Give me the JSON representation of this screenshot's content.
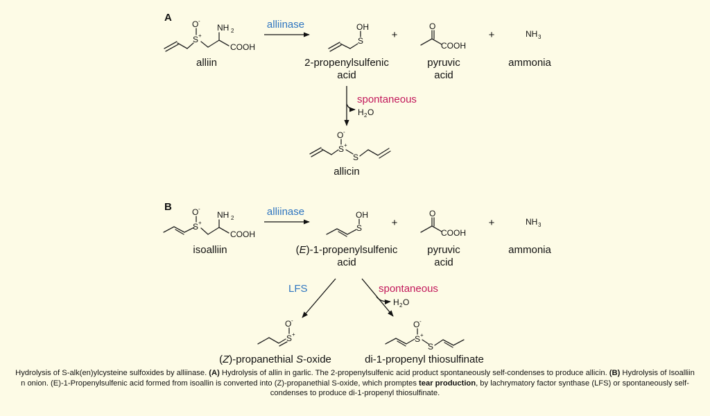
{
  "panel_a": {
    "letter": "A",
    "substrate": "alliin",
    "enzyme": "alliinase",
    "product1_line1": "2-propenylsulfenic",
    "product1_line2": "acid",
    "product2_line1": "pyruvic",
    "product2_line2": "acid",
    "product3": "ammonia",
    "plus": "+",
    "spontaneous": "spontaneous",
    "final_product": "allicin"
  },
  "panel_b": {
    "letter": "B",
    "substrate": "isoalliin",
    "enzyme": "alliinase",
    "product1_prefix": "(",
    "product1_italic": "E",
    "product1_rest": ")-1-propenylsulfenic",
    "product1_line2": "acid",
    "product2_line1": "pyruvic",
    "product2_line2": "acid",
    "product3": "ammonia",
    "plus": "+",
    "lfs": "LFS",
    "spontaneous": "spontaneous",
    "final_left_prefix": "(",
    "final_left_italic_z": "Z",
    "final_left_mid": ")-propanethial ",
    "final_left_italic_s": "S",
    "final_left_suffix": "-oxide",
    "final_right": "di-1-propenyl thiosulfinate"
  },
  "atoms": {
    "o_minus": "O",
    "minus": "-",
    "s": "S",
    "plus_charge": "+",
    "nh2": "NH",
    "two": "2",
    "cooh": "COOH",
    "oh": "OH",
    "o": "O",
    "nh3": "NH",
    "three": "3",
    "h2o_h": "H",
    "h2o_o": "O"
  },
  "colors": {
    "enzyme": "#2e75c0",
    "spontaneous": "#c2185b",
    "background": "#fdfbe6"
  },
  "caption": {
    "p1": "Hydrolysis of S-alk(en)ylcysteine sulfoxides by alliinase. ",
    "b1": "(A)",
    "p2": " Hydrolysis of allin in garlic. The 2-propenylsulfenic acid product spontaneously self-condenses to produce allicin. ",
    "b2": "(B)",
    "p3": " Hydrolysis of Isoalliin n onion. (E)-1-Propenylsulfenic acid formed from isoallin is converted into (Z)-propanethial S-oxide, which promptes ",
    "b3": "tear production",
    "p4": ", by lachrymatory factor synthase (LFS) or spontaneously self-condenses to produce di-1-propenyl thiosulfinate."
  }
}
